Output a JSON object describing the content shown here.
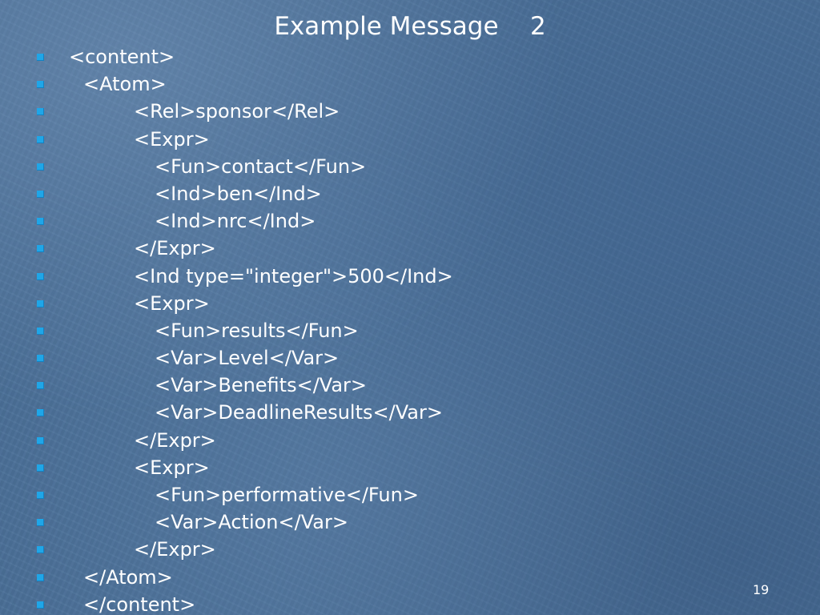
{
  "slide": {
    "title": "Example Message    2",
    "page_number": "19",
    "bullet_color": "#1fa6e8",
    "background_color": "#4a6f97",
    "bullets": [
      {
        "text": "<content>",
        "indent": 0
      },
      {
        "text": "<Atom>",
        "indent": 1
      },
      {
        "text": "<Rel>sponsor</Rel>",
        "indent": 2
      },
      {
        "text": "<Expr>",
        "indent": 2
      },
      {
        "text": "<Fun>contact</Fun>",
        "indent": 3
      },
      {
        "text": "<Ind>ben</Ind>",
        "indent": 3
      },
      {
        "text": "<Ind>nrc</Ind>",
        "indent": 3
      },
      {
        "text": "</Expr>",
        "indent": 2
      },
      {
        "text": "<Ind type=\"integer\">500</Ind>",
        "indent": 2
      },
      {
        "text": "<Expr>",
        "indent": 2
      },
      {
        "text": "<Fun>results</Fun>",
        "indent": 3
      },
      {
        "text": "<Var>Level</Var>",
        "indent": 3
      },
      {
        "text": "<Var>Benefits</Var>",
        "indent": 3
      },
      {
        "text": "<Var>DeadlineResults</Var>",
        "indent": 3
      },
      {
        "text": "</Expr>",
        "indent": 2
      },
      {
        "text": "<Expr>",
        "indent": 2
      },
      {
        "text": "<Fun>performative</Fun>",
        "indent": 3
      },
      {
        "text": "<Var>Action</Var>",
        "indent": 3
      },
      {
        "text": "</Expr>",
        "indent": 2
      },
      {
        "text": "</Atom>",
        "indent": 1
      },
      {
        "text": "</content>",
        "indent": 1
      }
    ]
  }
}
